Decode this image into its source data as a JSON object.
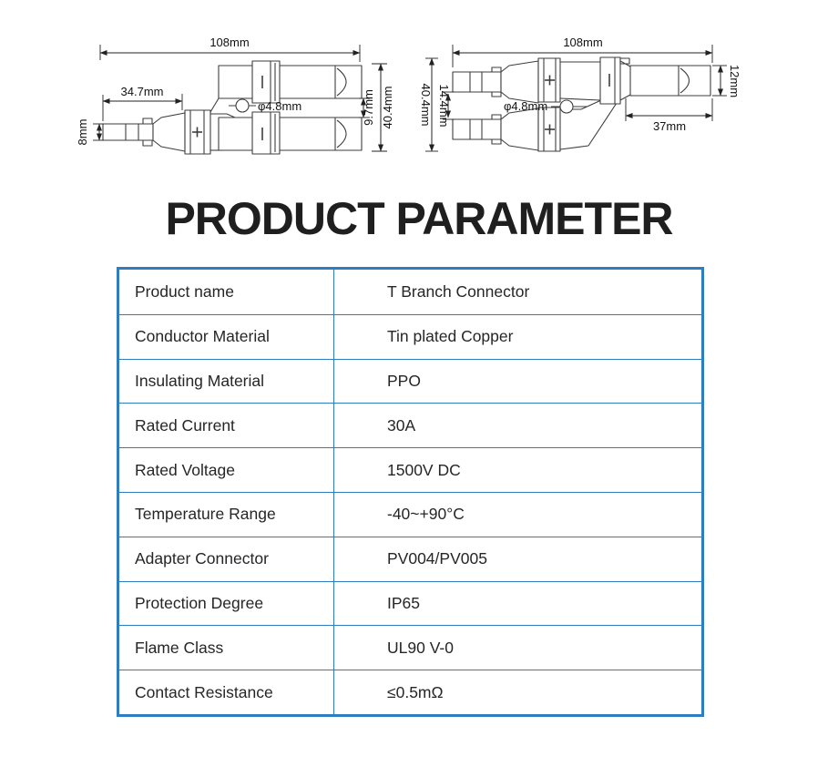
{
  "title": "PRODUCT PARAMETER",
  "diagrams": {
    "left": {
      "polarity_left": "+",
      "polarity_right": "-",
      "dims": {
        "length": "108mm",
        "branch_length": "34.7mm",
        "pin_od": "8mm",
        "hole": "φ4.8mm",
        "gap": "9.7mm",
        "height": "40.4mm"
      }
    },
    "right": {
      "polarity_left": "+",
      "polarity_right": "-",
      "dims": {
        "length": "108mm",
        "height": "40.4mm",
        "pin_gap": "14.4mm",
        "hole": "φ4.8mm",
        "tail_length": "37mm",
        "barrel_od": "12mm"
      }
    }
  },
  "table": {
    "rows": [
      {
        "label": "Product name",
        "value": "T Branch Connector"
      },
      {
        "label": "Conductor Material",
        "value": "Tin plated Copper"
      },
      {
        "label": "Insulating Material",
        "value": "PPO"
      },
      {
        "label": "Rated Current",
        "value": "30A"
      },
      {
        "label": "Rated Voltage",
        "value": "1500V DC"
      },
      {
        "label": "Temperature Range",
        "value": "-40~+90°C"
      },
      {
        "label": "Adapter Connector",
        "value": "PV004/PV005"
      },
      {
        "label": "Protection Degree",
        "value": "IP65"
      },
      {
        "label": "Flame Class",
        "value": "UL90 V-0"
      },
      {
        "label": "Contact Resistance",
        "value": "≤0.5mΩ"
      }
    ]
  },
  "colors": {
    "table_border": "#2f7dc1",
    "title_text": "#1f1f1f",
    "body_text": "#262626",
    "line_art": "#3e3e3e"
  }
}
